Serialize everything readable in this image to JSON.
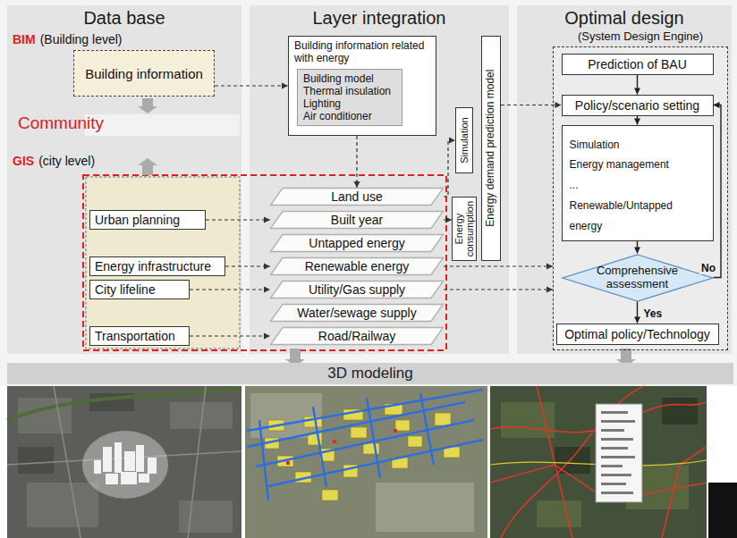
{
  "diagram": {
    "nodes": [
      {
        "text": [
          "Data base"
        ]
      },
      {
        "text": [
          "Building information"
        ],
        "in": 0
      },
      {
        "text": [
          "Urban planning"
        ],
        "in": 0
      },
      {
        "text": [
          "Energy infrastructure"
        ],
        "in": 0
      },
      {
        "text": [
          "City lifeline"
        ],
        "in": 0
      },
      {
        "text": [
          "Transportation"
        ],
        "in": 0
      },
      {
        "text": [
          "Layer integration"
        ]
      },
      {
        "text": [
          "Building information related with energy"
        ],
        "in": 6
      },
      {
        "text": [
          "Building model",
          "Thermal insulation",
          "Lighting",
          "Air conditioner"
        ],
        "in": 7
      },
      {
        "text": [
          "Land use"
        ],
        "in": 6
      },
      {
        "text": [
          "Built year"
        ],
        "in": 6
      },
      {
        "text": [
          "Untapped energy"
        ],
        "in": 6
      },
      {
        "text": [
          "Renewable energy"
        ],
        "in": 6
      },
      {
        "text": [
          "Utility/Gas supply"
        ],
        "in": 6
      },
      {
        "text": [
          "Water/sewage supply"
        ],
        "in": 6
      },
      {
        "text": [
          "Road/Railway"
        ],
        "in": 6
      },
      {
        "text": [
          "Simulation"
        ],
        "in": 6
      },
      {
        "text": [
          "Energy consumption"
        ],
        "in": 6
      },
      {
        "text": [
          "Energy demand prediction model"
        ],
        "in": 6
      },
      {
        "text": [
          "Optimal design"
        ]
      },
      {
        "text": [
          "(System Design Engine)"
        ],
        "in": 19
      },
      {
        "text": [
          "Prediction of BAU"
        ],
        "in": 20
      },
      {
        "text": [
          "Policy/scenario setting"
        ],
        "in": 20
      },
      {
        "text": [
          "Simulation",
          "Energy management",
          "...",
          "Renewable/Untapped energy"
        ],
        "in": 20
      },
      {
        "text": [
          "Comprehensive assessment"
        ],
        "in": 20
      },
      {
        "text": [
          "Optimal policy/Technology"
        ],
        "in": 20
      },
      {
        "text": [
          "3D modeling"
        ]
      }
    ],
    "edges": [
      {
        "from": 1,
        "to": 7,
        "arrow": "to"
      },
      {
        "from": 7,
        "to": 9,
        "arrow": "to"
      },
      {
        "from": 2,
        "to": 10,
        "arrow": "to"
      },
      {
        "from": 3,
        "to": 12,
        "arrow": "to"
      },
      {
        "from": 4,
        "to": 13,
        "arrow": "to"
      },
      {
        "from": 5,
        "to": 15,
        "arrow": "to"
      },
      {
        "from": 9,
        "to": 16,
        "arrow": "to"
      },
      {
        "from": 10,
        "to": 17,
        "arrow": "to"
      },
      {
        "from": 18,
        "to": 22,
        "arrow": "to"
      },
      {
        "from": 12,
        "to": 20,
        "arrow": "to"
      },
      {
        "from": 13,
        "to": 20,
        "arrow": "to"
      },
      {
        "from": 21,
        "to": 22,
        "arrow": "to"
      },
      {
        "from": 22,
        "to": 23,
        "arrow": "to"
      },
      {
        "from": 23,
        "to": 24,
        "arrow": "to"
      },
      {
        "from": 24,
        "to": 25,
        "label": "Yes",
        "arrow": "to"
      },
      {
        "from": 24,
        "to": 22,
        "label": "No",
        "arrow": "to"
      }
    ],
    "labels": [
      "BIM",
      "(Building level)",
      "Community",
      "GIS",
      "(city level)"
    ]
  }
}
